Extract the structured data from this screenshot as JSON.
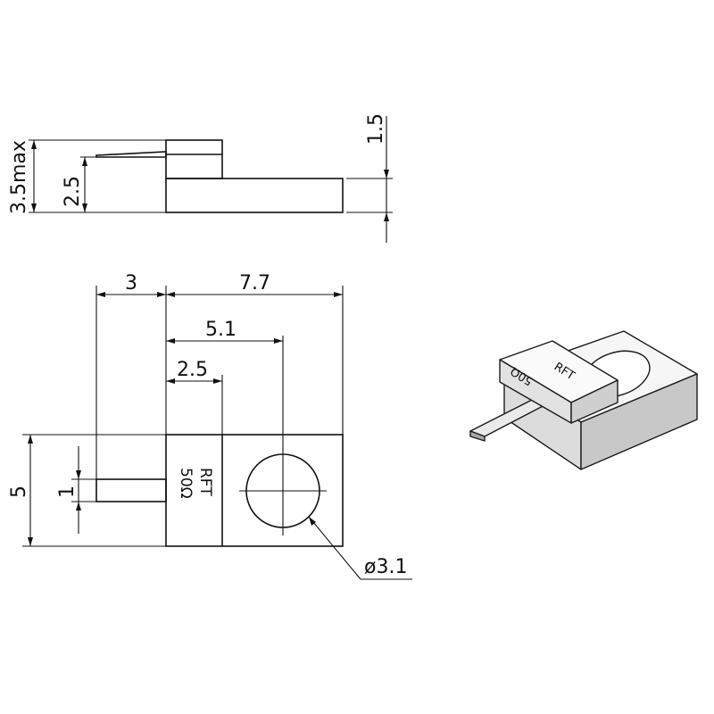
{
  "side_view": {
    "dim_total_height": "3.5max",
    "dim_body_height": "2.5",
    "dim_base_thickness": "1.5"
  },
  "top_view": {
    "dim_lead_length": "3",
    "dim_body_length": "7.7",
    "dim_hole_position": "5.1",
    "dim_marking_width": "2.5",
    "dim_body_width": "5",
    "dim_lead_width": "1",
    "marking_line1": "RFT",
    "marking_line2": "50Ω",
    "dim_hole_diameter": "ø3.1"
  },
  "iso_view": {
    "marking_line1": "RFT",
    "marking_line2": "50Ω"
  }
}
